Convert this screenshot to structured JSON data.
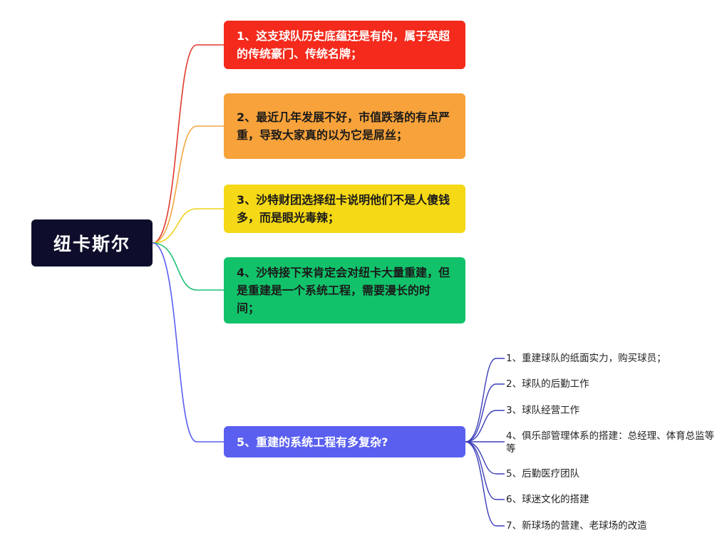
{
  "root": {
    "label": "纽卡斯尔",
    "color": "#0e0e2c"
  },
  "branches": [
    {
      "label": "1、这支球队历史底蕴还是有的，属于英超的传统豪门、传统名牌；",
      "color": "#f42a1c",
      "text_color": "#ffffff",
      "line_color": "#e03a2e"
    },
    {
      "label": "2、最近几年发展不好，市值跌落的有点严重，导致大家真的以为它是屌丝；",
      "color": "#f7a23a",
      "text_color": "#1a1a1a",
      "line_color": "#f2a640"
    },
    {
      "label": "3、沙特财团选择纽卡说明他们不是人傻钱多，而是眼光毒辣；",
      "color": "#f5d816",
      "text_color": "#1a1a1a",
      "line_color": "#eed21a"
    },
    {
      "label": "4、沙特接下来肯定会对纽卡大量重建，但是重建是一个系统工程，需要漫长的时间；",
      "color": "#12c26a",
      "text_color": "#1a1a1a",
      "line_color": "#1fc074"
    },
    {
      "label": "5、重建的系统工程有多复杂?",
      "color": "#5a5ff0",
      "text_color": "#ffffff",
      "line_color": "#5a5ff0"
    }
  ],
  "subitems": [
    "1、重建球队的纸面实力，购买球员；",
    "2、球队的后勤工作",
    "3、球队经营工作",
    "4、俱乐部管理体系的搭建：总经理、体育总监等等",
    "5、后勤医疗团队",
    "6、球迷文化的搭建",
    "7、新球场的营建、老球场的改造"
  ],
  "sub_line_color": "#3b3fb8"
}
